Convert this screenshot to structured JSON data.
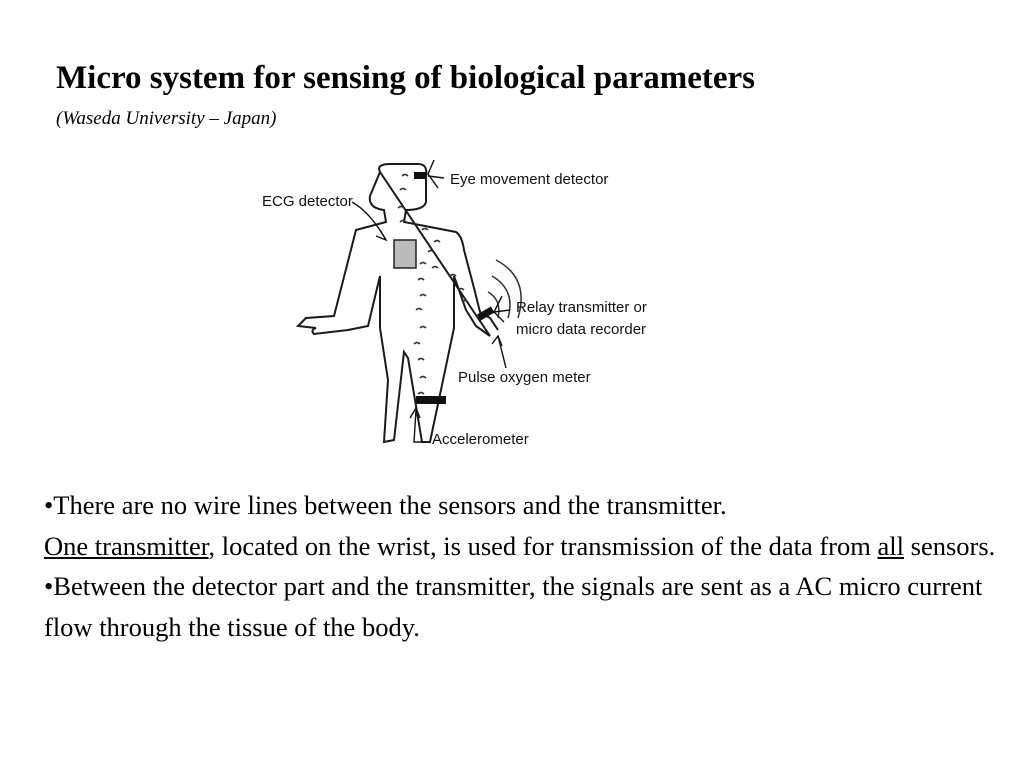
{
  "slide": {
    "title": "Micro system for sensing of biological parameters",
    "subtitle": "(Waseda University – Japan)"
  },
  "figure": {
    "labels": {
      "eye": "Eye movement detector",
      "ecg": "ECG detector",
      "relay_line1": "Relay transmitter or",
      "relay_line2": "micro data recorder",
      "pulse": "Pulse oxygen meter",
      "accel": "Accelerometer"
    }
  },
  "bullets": {
    "b1_part1": "•There are no wire lines between the sensors and the transmitter.",
    "b1_underlined1": "One transmitter",
    "b1_part2": ", located on the wrist, is used for transmission of the data from ",
    "b1_underlined2": "all",
    "b1_part3": " sensors.",
    "b2": "•Between the detector part and the transmitter, the signals are sent as a AC micro current flow through the tissue of the body."
  }
}
